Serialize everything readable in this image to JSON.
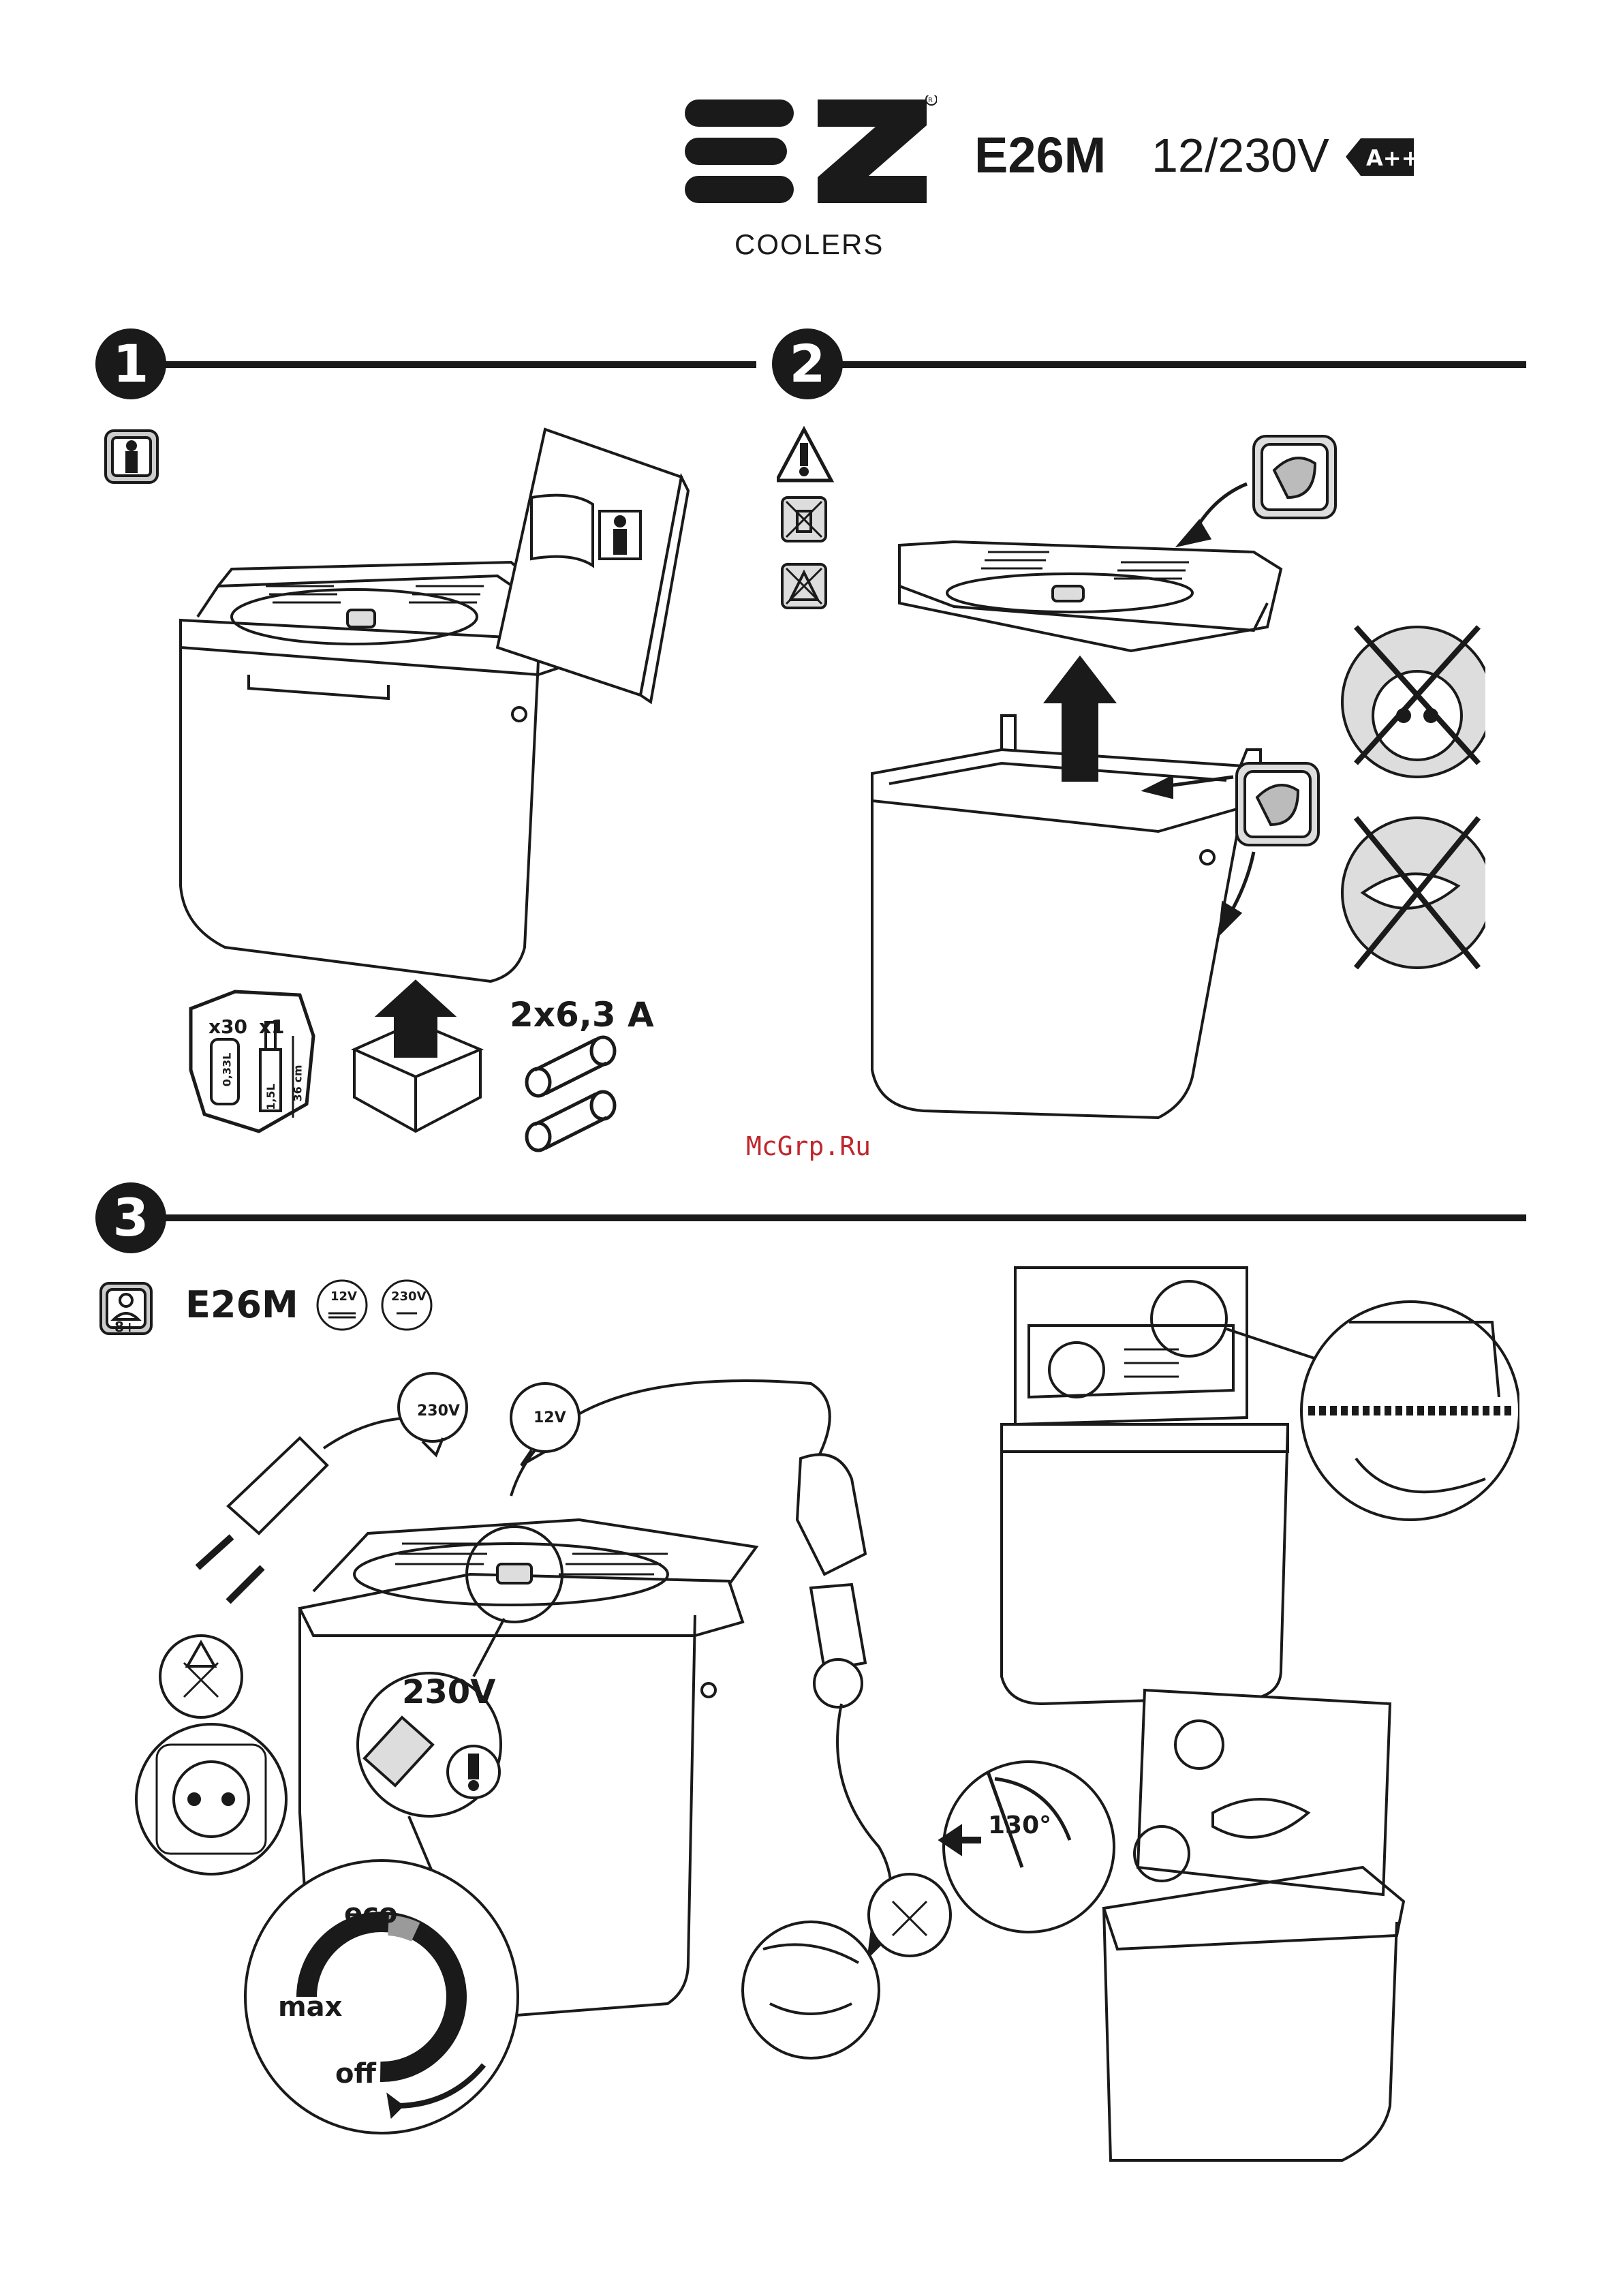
{
  "header": {
    "brand_logo": "EZ",
    "brand_sub": "COOLERS",
    "model": "E26M",
    "voltage": "12/230V",
    "energy_class": "A++"
  },
  "steps": {
    "step1": {
      "number": "1",
      "capacity_cans": "x30",
      "capacity_bottles": "x1",
      "can_size": "0,33L",
      "bottle_size": "1,5L",
      "height": "36 cm",
      "fuses": "2x6,3 A"
    },
    "step2": {
      "number": "2"
    },
    "step3": {
      "number": "3",
      "age": "8+",
      "model": "E26M",
      "icon_12v": "12V",
      "icon_230v": "230V",
      "tag_230v": "230V",
      "tag_12v": "12V",
      "plug_label": "230V",
      "dial_eco": "eco",
      "dial_max": "max",
      "dial_off": "off",
      "lid_angle": "130°"
    }
  },
  "watermark": "McGrp.Ru",
  "colors": {
    "ink": "#1a1a1a",
    "watermark": "#c0262e",
    "eco_grey": "#9a9a9a"
  },
  "icons": [
    "info-icon",
    "warning-icon",
    "no-spray-icon",
    "no-chemical-icon",
    "wipe-cloth-icon",
    "no-socket-icon",
    "no-plug-icon",
    "child-age-icon",
    "car-12v-icon",
    "mains-230v-icon"
  ]
}
